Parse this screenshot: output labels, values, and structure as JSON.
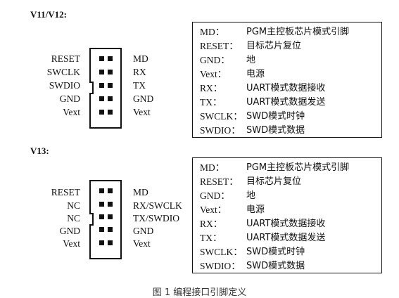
{
  "sections": [
    {
      "title": "V11/V12:",
      "left_pins": [
        "RESET",
        "SWCLK",
        "SWDIO",
        "GND",
        "Vext"
      ],
      "right_pins": [
        "MD",
        "RX",
        "TX",
        "GND",
        "Vext"
      ],
      "descriptions": [
        {
          "key": "MD：",
          "value": "PGM主控板芯片模式引脚"
        },
        {
          "key": "RESET：",
          "value": "目标芯片复位"
        },
        {
          "key": "GND：",
          "value": "地"
        },
        {
          "key": "Vext：",
          "value": "电源"
        },
        {
          "key": "RX：",
          "value": "UART模式数据接收"
        },
        {
          "key": "TX：",
          "value": "UART模式数据发送"
        },
        {
          "key": "SWCLK：",
          "value": "SWD模式时钟"
        },
        {
          "key": "SWDIO：",
          "value": "SWD模式数据"
        }
      ]
    },
    {
      "title": "V13:",
      "left_pins": [
        "RESET",
        "NC",
        "NC",
        "GND",
        "Vext"
      ],
      "right_pins": [
        "MD",
        "RX/SWCLK",
        "TX/SWDIO",
        "GND",
        "Vext"
      ],
      "descriptions": [
        {
          "key": "MD：",
          "value": "PGM主控板芯片模式引脚"
        },
        {
          "key": "RESET：",
          "value": "目标芯片复位"
        },
        {
          "key": "GND：",
          "value": "地"
        },
        {
          "key": "Vext：",
          "value": "电源"
        },
        {
          "key": "RX：",
          "value": "UART模式数据接收"
        },
        {
          "key": "TX：",
          "value": "UART模式数据发送"
        },
        {
          "key": "SWCLK：",
          "value": "SWD模式时钟"
        },
        {
          "key": "SWDIO：",
          "value": "SWD模式数据"
        }
      ]
    }
  ],
  "caption": "图 1 编程接口引脚定义"
}
